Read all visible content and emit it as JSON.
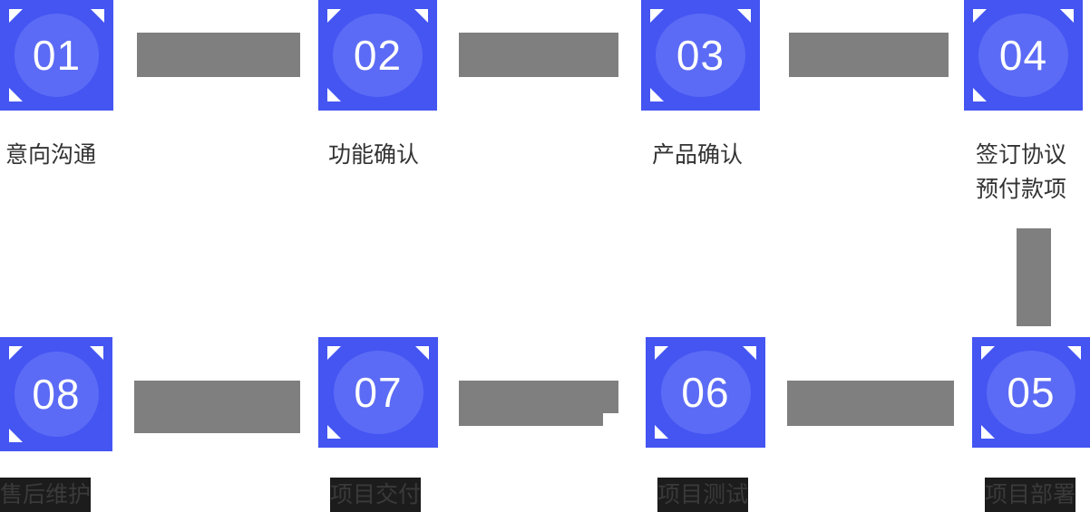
{
  "diagram": {
    "title": "Project Workflow Steps",
    "colors": {
      "badge_square": "#4455f2",
      "badge_circle": "#5c6bf5",
      "badge_number_text": "#ffffff",
      "corner_mark": "#ffffff",
      "connector": "#7f7f7f",
      "label_text": "#333333",
      "label_highlight_bg": "#1c1c1c",
      "label_highlight_text": "#3a3a3a",
      "page_background": "#ffffff"
    },
    "steps": [
      {
        "number": "01",
        "label_lines": [
          "意向沟通"
        ],
        "highlighted": false,
        "corners": [
          "top-left",
          "top-right",
          "bottom-left"
        ]
      },
      {
        "number": "02",
        "label_lines": [
          "功能确认"
        ],
        "highlighted": false,
        "corners": [
          "top-left",
          "top-right",
          "bottom-left"
        ]
      },
      {
        "number": "03",
        "label_lines": [
          "产品确认"
        ],
        "highlighted": false,
        "corners": [
          "top-left",
          "top-right",
          "bottom-left"
        ]
      },
      {
        "number": "04",
        "label_lines": [
          "签订协议",
          "预付款项"
        ],
        "highlighted": false,
        "corners": [
          "top-left",
          "top-right",
          "bottom-left"
        ]
      },
      {
        "number": "05",
        "label_lines": [
          "项目部署"
        ],
        "highlighted": true,
        "corners": [
          "top-left",
          "top-right",
          "bottom-left"
        ]
      },
      {
        "number": "06",
        "label_lines": [
          "项目测试"
        ],
        "highlighted": true,
        "corners": [
          "top-left",
          "top-right",
          "bottom-left"
        ]
      },
      {
        "number": "07",
        "label_lines": [
          "项目交付"
        ],
        "highlighted": true,
        "corners": [
          "top-left",
          "top-right",
          "bottom-left"
        ]
      },
      {
        "number": "08",
        "label_lines": [
          "售后维护"
        ],
        "highlighted": true,
        "corners": [
          "top-left",
          "top-right",
          "bottom-left"
        ]
      }
    ],
    "connectors": [
      {
        "name": "connector-01-02",
        "orientation": "horizontal"
      },
      {
        "name": "connector-02-03",
        "orientation": "horizontal"
      },
      {
        "name": "connector-03-04",
        "orientation": "horizontal"
      },
      {
        "name": "connector-04-05",
        "orientation": "vertical"
      },
      {
        "name": "connector-05-06",
        "orientation": "horizontal"
      },
      {
        "name": "connector-06-07",
        "orientation": "horizontal-notched"
      },
      {
        "name": "connector-07-08",
        "orientation": "horizontal"
      }
    ]
  }
}
